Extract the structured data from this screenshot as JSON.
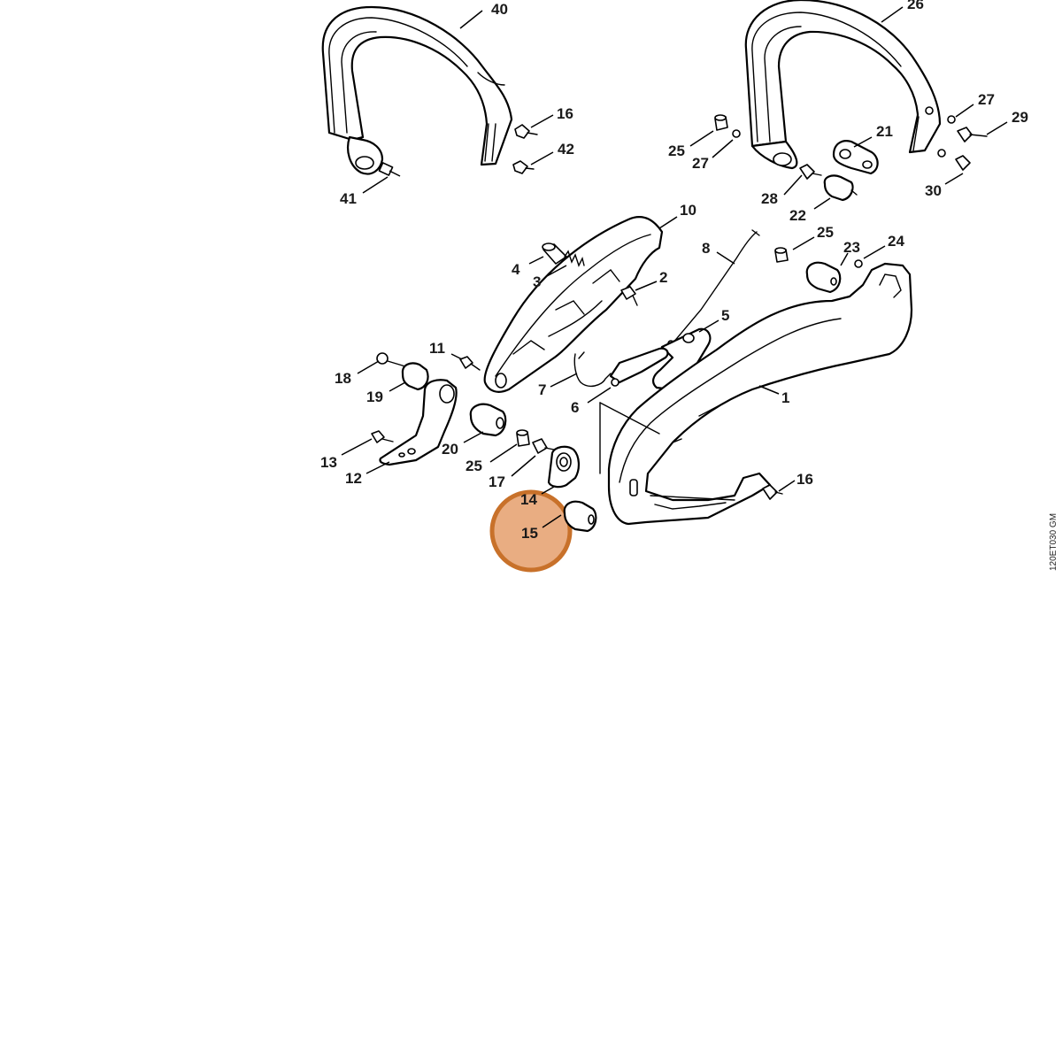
{
  "diagram": {
    "reference_code": "120ET030 GM",
    "highlight": {
      "part": "15",
      "color": "#c8712a",
      "fill": "#e9ad82"
    },
    "callouts": [
      {
        "id": "40",
        "label": "40"
      },
      {
        "id": "26",
        "label": "26"
      },
      {
        "id": "16a",
        "label": "16"
      },
      {
        "id": "42",
        "label": "42"
      },
      {
        "id": "41",
        "label": "41"
      },
      {
        "id": "25a",
        "label": "25"
      },
      {
        "id": "27a",
        "label": "27"
      },
      {
        "id": "21",
        "label": "21"
      },
      {
        "id": "27b",
        "label": "27"
      },
      {
        "id": "29",
        "label": "29"
      },
      {
        "id": "28",
        "label": "28"
      },
      {
        "id": "22",
        "label": "22"
      },
      {
        "id": "30",
        "label": "30"
      },
      {
        "id": "10",
        "label": "10"
      },
      {
        "id": "8",
        "label": "8"
      },
      {
        "id": "25b",
        "label": "25"
      },
      {
        "id": "23",
        "label": "23"
      },
      {
        "id": "24",
        "label": "24"
      },
      {
        "id": "4",
        "label": "4"
      },
      {
        "id": "3",
        "label": "3"
      },
      {
        "id": "2",
        "label": "2"
      },
      {
        "id": "5",
        "label": "5"
      },
      {
        "id": "11",
        "label": "11"
      },
      {
        "id": "18",
        "label": "18"
      },
      {
        "id": "19",
        "label": "19"
      },
      {
        "id": "7",
        "label": "7"
      },
      {
        "id": "6",
        "label": "6"
      },
      {
        "id": "1",
        "label": "1"
      },
      {
        "id": "20",
        "label": "20"
      },
      {
        "id": "13",
        "label": "13"
      },
      {
        "id": "25c",
        "label": "25"
      },
      {
        "id": "12",
        "label": "12"
      },
      {
        "id": "17",
        "label": "17"
      },
      {
        "id": "14",
        "label": "14"
      },
      {
        "id": "15",
        "label": "15"
      },
      {
        "id": "16b",
        "label": "16"
      }
    ]
  }
}
